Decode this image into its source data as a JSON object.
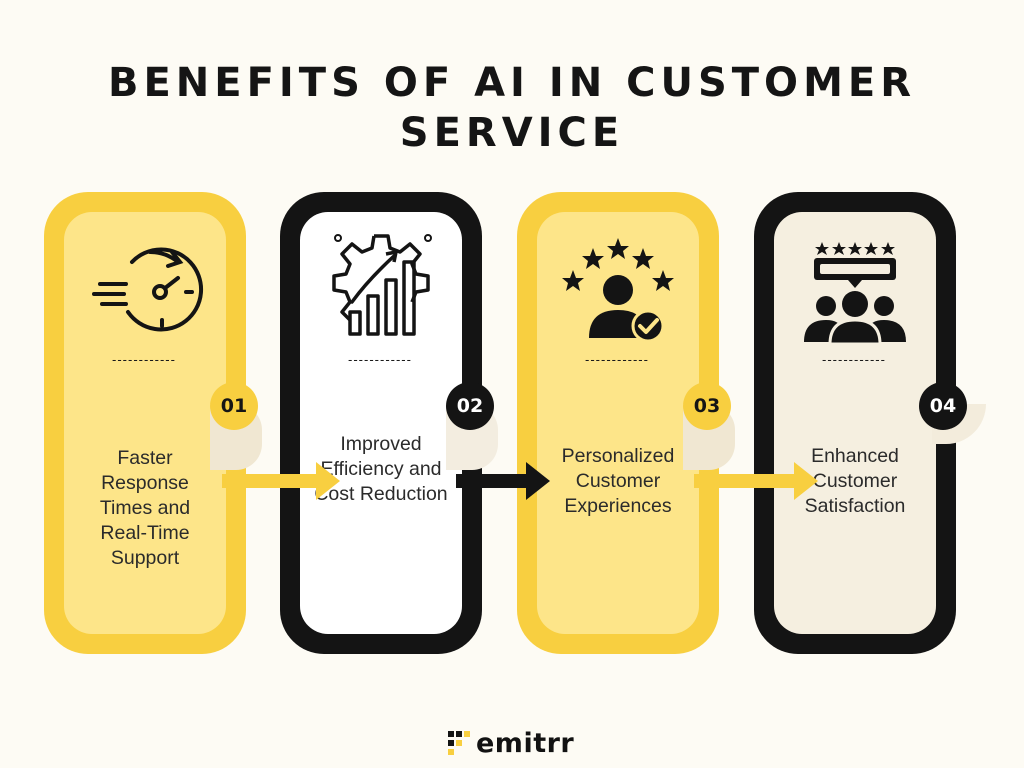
{
  "title": "BENEFITS OF AI IN CUSTOMER SERVICE",
  "divider": "------------",
  "benefits": [
    {
      "number": "01",
      "label": "Faster Response Times and Real-Time Support",
      "icon": "speedometer-clock-icon"
    },
    {
      "number": "02",
      "label": "Improved Efficiency and Cost Reduction",
      "icon": "gear-growth-chart-icon"
    },
    {
      "number": "03",
      "label": "Personalized Customer Experiences",
      "icon": "customer-stars-check-icon"
    },
    {
      "number": "04",
      "label": "Enhanced Customer Satisfaction",
      "icon": "group-rating-icon"
    }
  ],
  "logo": {
    "text": "emitrr"
  },
  "colors": {
    "yellow": "#f8cf40",
    "light_yellow": "#fde589",
    "black": "#141414",
    "cream": "#f5efe0",
    "background": "#fdfbf4"
  }
}
